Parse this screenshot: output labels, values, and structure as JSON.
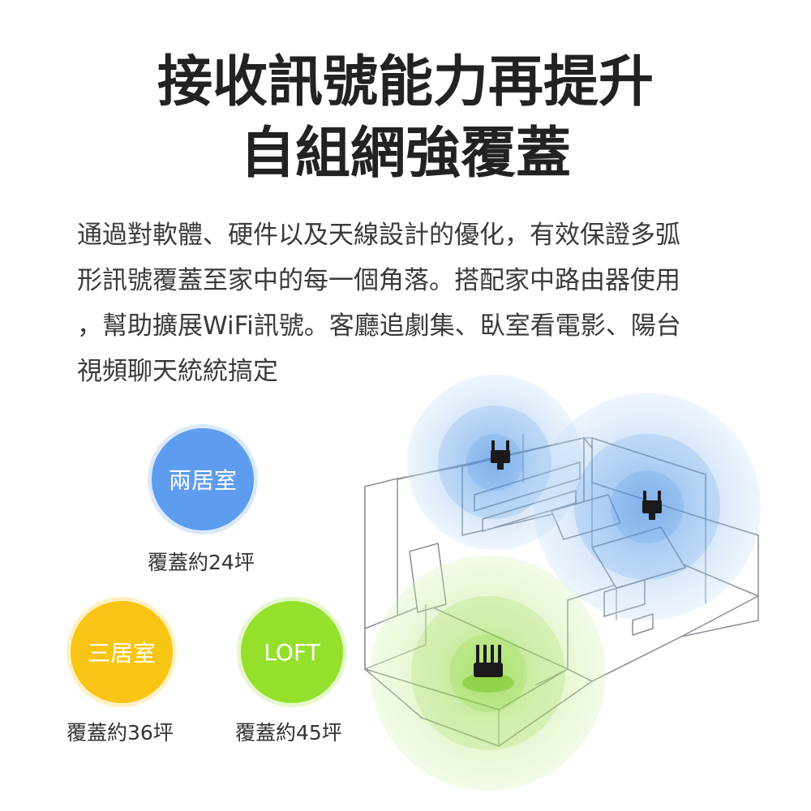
{
  "headline": {
    "line1": "接收訊號能力再提升",
    "line2": "自組網強覆蓋"
  },
  "description": {
    "lines": [
      "通過對軟體、硬件以及天線設計的優化，有效保證多弧",
      "形訊號覆蓋至家中的每一個角落。搭配家中路由器使用",
      "，幫助擴展WiFi訊號。客廳追劇集、臥室看電影、陽台",
      "視頻聊天統統搞定"
    ]
  },
  "plans": [
    {
      "label": "兩居室",
      "coverage": "覆蓋約24坪",
      "color": "#5e9cf0"
    },
    {
      "label": "三居室",
      "coverage": "覆蓋約36坪",
      "color": "#f9c514"
    },
    {
      "label": "LOFT",
      "coverage": "覆蓋約45坪",
      "color": "#95e02a"
    }
  ],
  "illustration": {
    "icons": [
      "extender-icon",
      "extender-icon",
      "router-icon"
    ],
    "signal_colors": {
      "extender": "#4a90e2",
      "router": "#8ed63a"
    }
  }
}
